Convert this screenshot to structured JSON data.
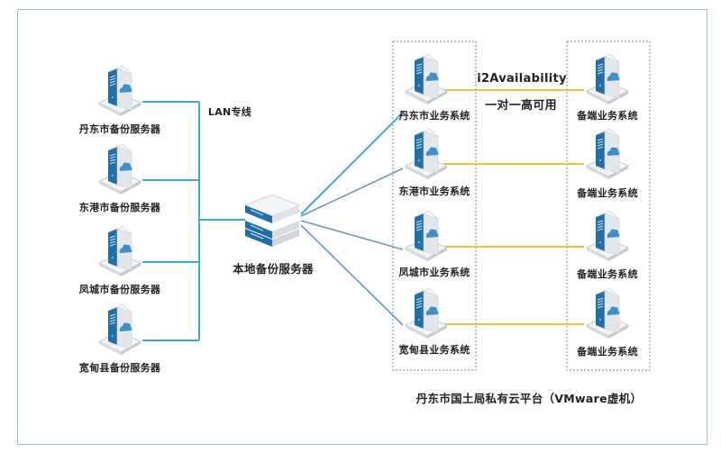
{
  "colors": {
    "lan_line": "#3fa9d6",
    "branch_line": "#6b97bf",
    "ha_line": "#f2c230",
    "frame": "#9dbfd0",
    "group_border": "#6a7f9a",
    "server_blue": "#1f6fa8",
    "server_gray": "#e6e9ec"
  },
  "labels": {
    "lan": "LAN专线",
    "local_backup": "本地备份服务器",
    "ha_line1": "i2Availability",
    "ha_line2": "一对一高可用",
    "platform": "丹东市国土局私有云平台（VMware虚机）"
  },
  "backup_servers": [
    {
      "label": "丹东市备份服务器"
    },
    {
      "label": "东港市备份服务器"
    },
    {
      "label": "凤城市备份服务器"
    },
    {
      "label": "宽甸县备份服务器"
    }
  ],
  "business_systems": [
    {
      "label": "丹东市业务系统"
    },
    {
      "label": "东港市业务系统"
    },
    {
      "label": "凤城市业务系统"
    },
    {
      "label": "宽甸县业务系统"
    }
  ],
  "standby_systems": [
    {
      "label": "备端业务系统"
    },
    {
      "label": "备端业务系统"
    },
    {
      "label": "备端业务系统"
    },
    {
      "label": "备端业务系统"
    }
  ]
}
